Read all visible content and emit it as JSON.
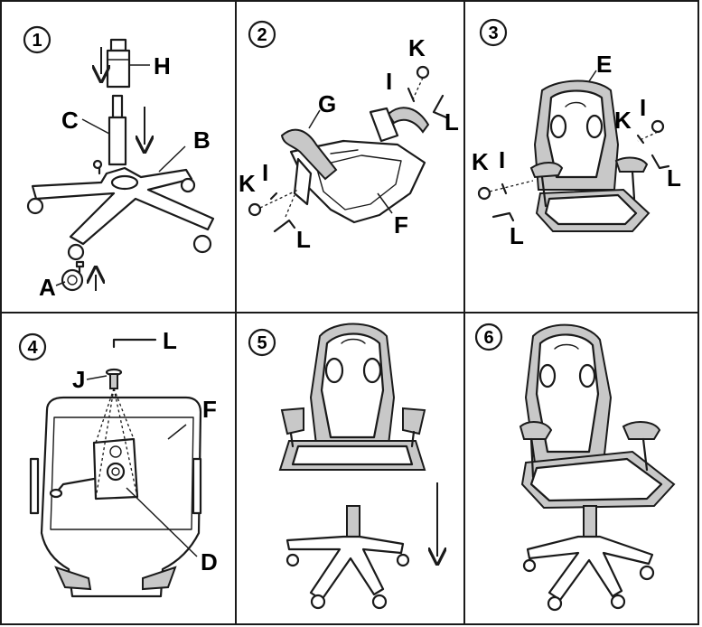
{
  "panels": [
    {
      "step": "1",
      "labels": [
        "H",
        "C",
        "B",
        "A"
      ]
    },
    {
      "step": "2",
      "labels": [
        "K",
        "I",
        "G",
        "L",
        "K",
        "I",
        "L",
        "F"
      ]
    },
    {
      "step": "3",
      "labels": [
        "E",
        "I",
        "K",
        "L",
        "K",
        "I",
        "L"
      ]
    },
    {
      "step": "4",
      "labels": [
        "L",
        "J",
        "F",
        "D"
      ]
    },
    {
      "step": "5",
      "labels": []
    },
    {
      "step": "6",
      "labels": []
    }
  ],
  "colors": {
    "line": "#1a1a1a",
    "seat": "#c8c8c8",
    "background": "#ffffff"
  }
}
